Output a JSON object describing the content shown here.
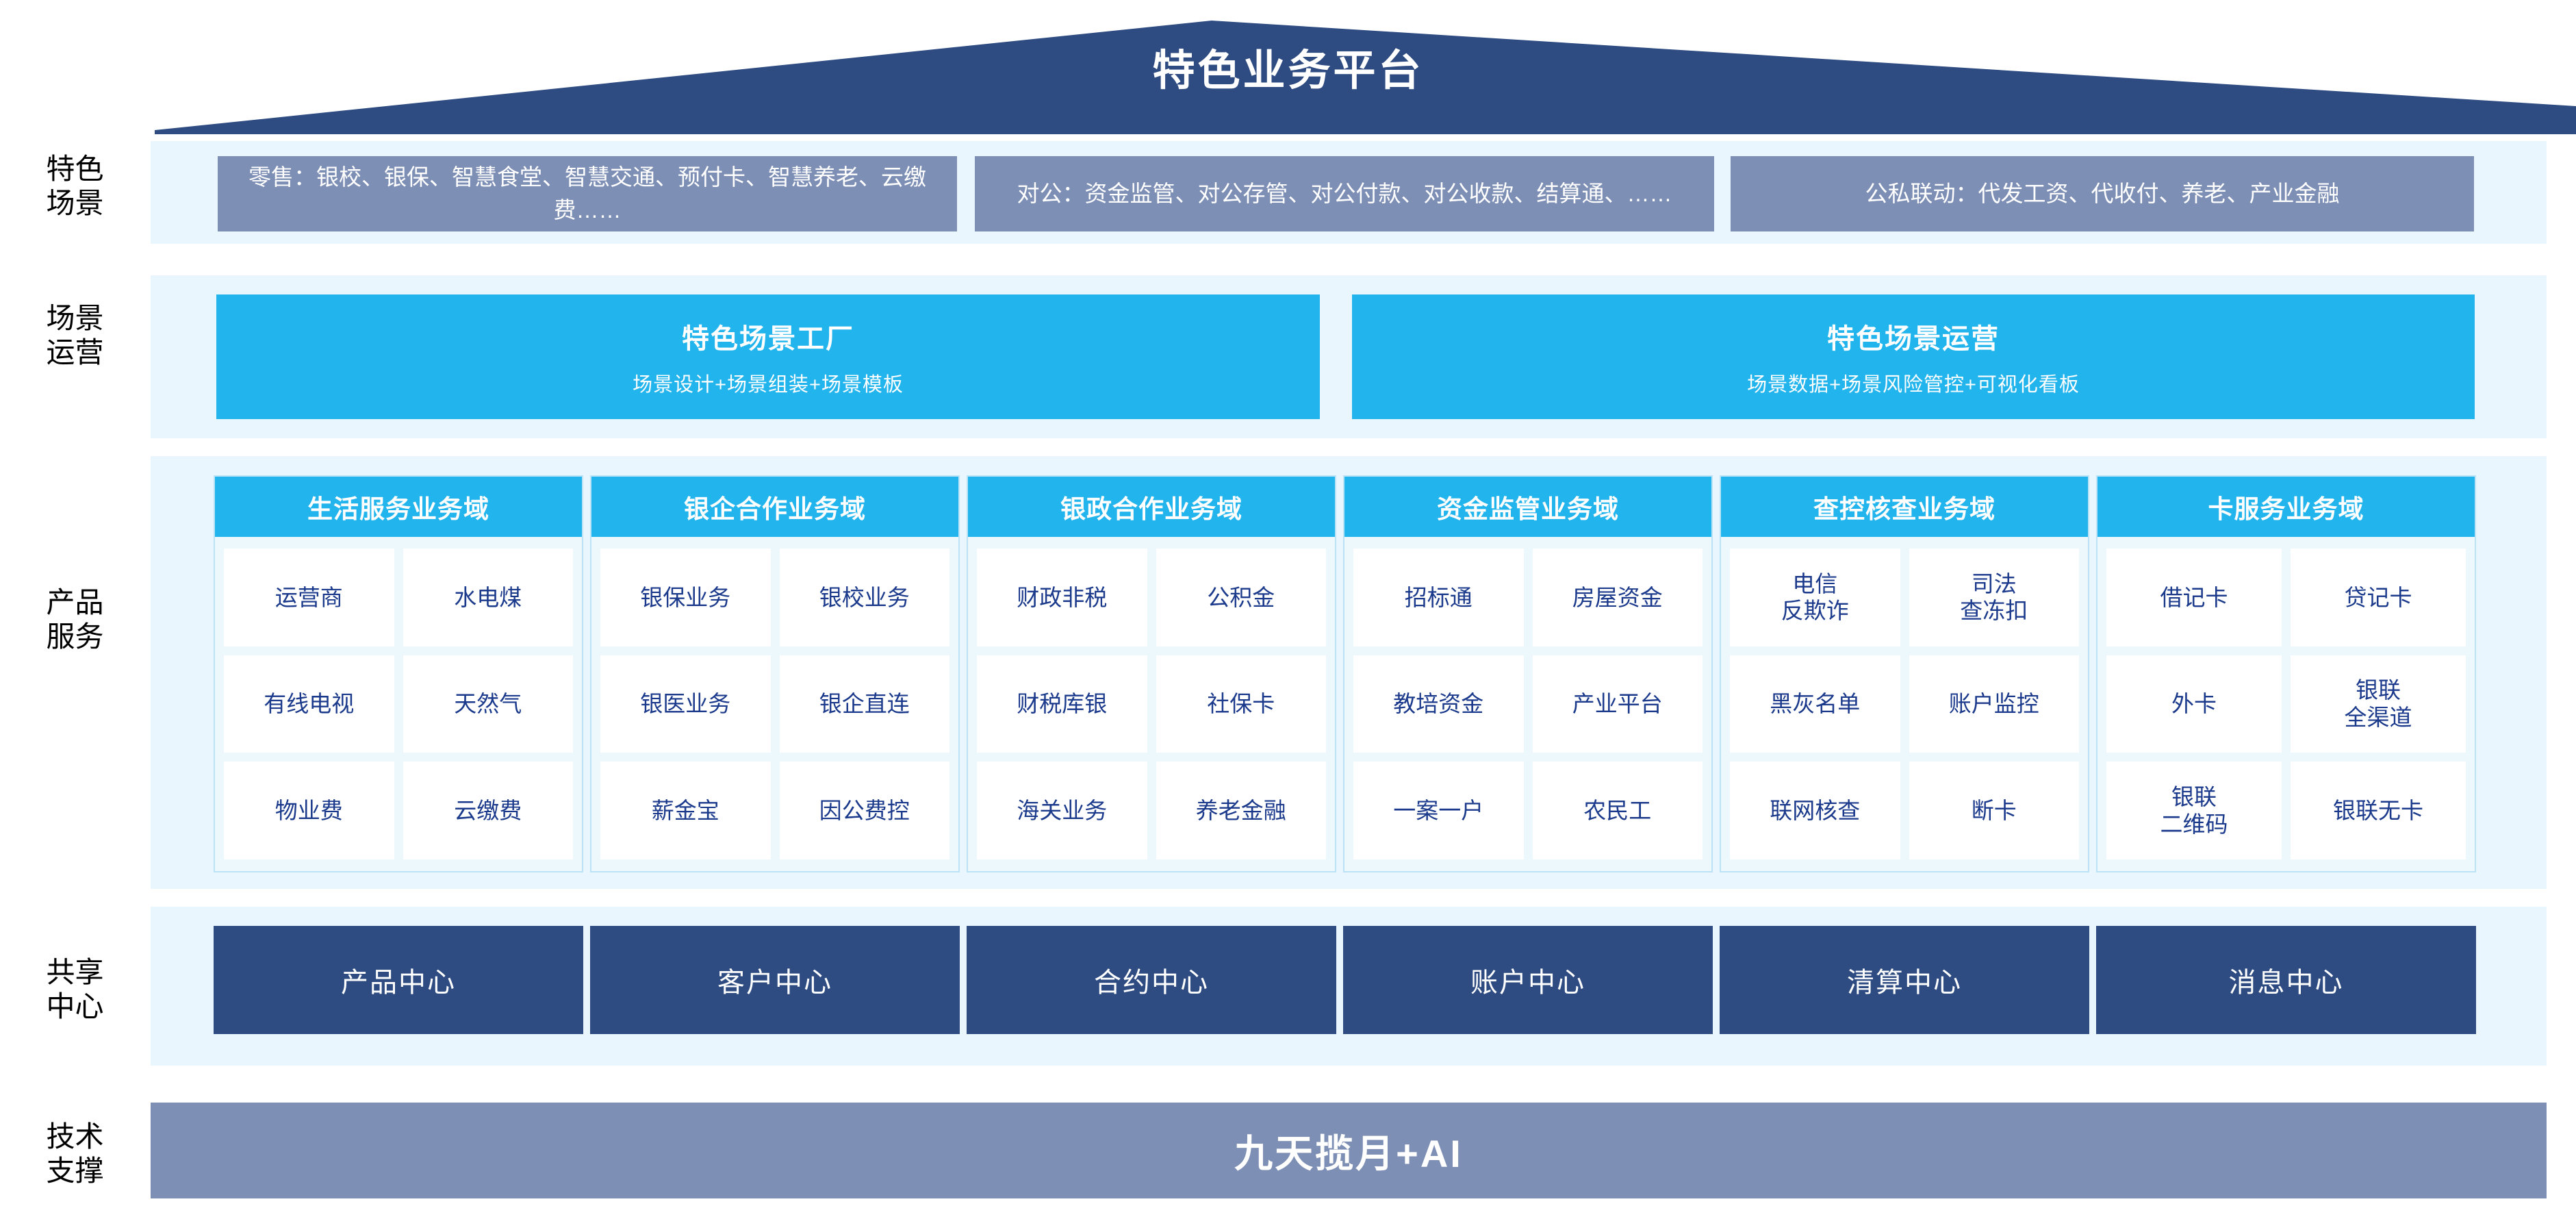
{
  "banner": {
    "title": "特色业务平台",
    "color": "#2E4C82"
  },
  "colors": {
    "navy": "#2E4C82",
    "slate": "#7E8FB5",
    "cyan": "#22B4ED",
    "panel": "#E9F6FD",
    "chip_text": "#1B3A8C"
  },
  "rows": {
    "scenario": {
      "label": "特色\n场景",
      "boxes": [
        {
          "text": "零售：银校、银保、智慧食堂、智慧交通、预付卡、智慧养老、云缴费……"
        },
        {
          "text": "对公：资金监管、对公存管、对公付款、对公收款、结算通、……"
        },
        {
          "text": "公私联动：代发工资、代收付、养老、产业金融"
        }
      ]
    },
    "operation": {
      "label": "场景\n运营",
      "boxes": [
        {
          "title": "特色场景工厂",
          "sub": "场景设计+场景组装+场景模板"
        },
        {
          "title": "特色场景运营",
          "sub": "场景数据+场景风险管控+可视化看板"
        }
      ]
    },
    "product": {
      "label": "产品\n服务",
      "columns": [
        {
          "title": "生活服务业务域",
          "chips": [
            "运营商",
            "水电煤",
            "有线电视",
            "天然气",
            "物业费",
            "云缴费"
          ]
        },
        {
          "title": "银企合作业务域",
          "chips": [
            "银保业务",
            "银校业务",
            "银医业务",
            "银企直连",
            "薪金宝",
            "因公费控"
          ]
        },
        {
          "title": "银政合作业务域",
          "chips": [
            "财政非税",
            "公积金",
            "财税库银",
            "社保卡",
            "海关业务",
            "养老金融"
          ]
        },
        {
          "title": "资金监管业务域",
          "chips": [
            "招标通",
            "房屋资金",
            "教培资金",
            "产业平台",
            "一案一户",
            "农民工"
          ]
        },
        {
          "title": "查控核查业务域",
          "chips": [
            "电信\n反欺诈",
            "司法\n查冻扣",
            "黑灰名单",
            "账户监控",
            "联网核查",
            "断卡"
          ]
        },
        {
          "title": "卡服务业务域",
          "chips": [
            "借记卡",
            "贷记卡",
            "外卡",
            "银联\n全渠道",
            "银联\n二维码",
            "银联无卡"
          ]
        }
      ]
    },
    "shared": {
      "label": "共享\n中心",
      "boxes": [
        "产品中心",
        "客户中心",
        "合约中心",
        "账户中心",
        "清算中心",
        "消息中心"
      ]
    },
    "tech": {
      "label": "技术\n支撑",
      "bar": "九天揽月+AI"
    }
  }
}
